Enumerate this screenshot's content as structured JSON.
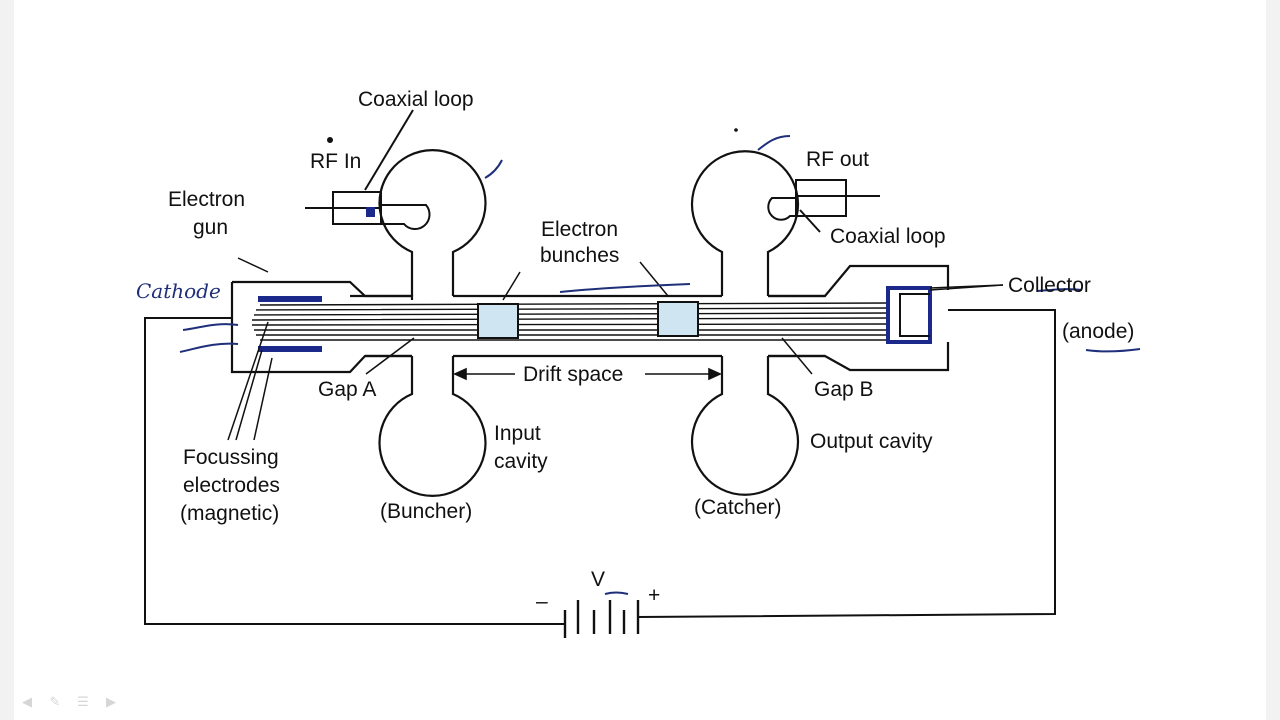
{
  "labels": {
    "coaxial_loop_in": "Coaxial loop",
    "rf_in": "RF In",
    "electron": "Electron",
    "gun": "gun",
    "cathode_handwritten": "Cathode",
    "electron_bunches_1": "Electron",
    "electron_bunches_2": "bunches",
    "rf_out": "RF out",
    "coaxial_loop_out": "Coaxial loop",
    "collector": "Collector",
    "anode": "(anode)",
    "gap_a": "Gap A",
    "drift_space": "Drift space",
    "gap_b": "Gap B",
    "input": "Input",
    "cavity": "cavity",
    "output_cavity": "Output cavity",
    "focussing": "Focussing",
    "electrodes": "electrodes",
    "magnetic": "(magnetic)",
    "buncher": "(Buncher)",
    "catcher": "(Catcher)",
    "voltage": "V",
    "minus": "–",
    "plus": "+"
  },
  "colors": {
    "ink": "#111111",
    "electrode": "#1b2a8a",
    "bunch_fill": "#cfe6f2",
    "handwriting": "#1f2f7a"
  },
  "toolbar": {
    "icons": [
      "prev-icon",
      "pen-icon",
      "menu-icon",
      "next-icon"
    ]
  }
}
